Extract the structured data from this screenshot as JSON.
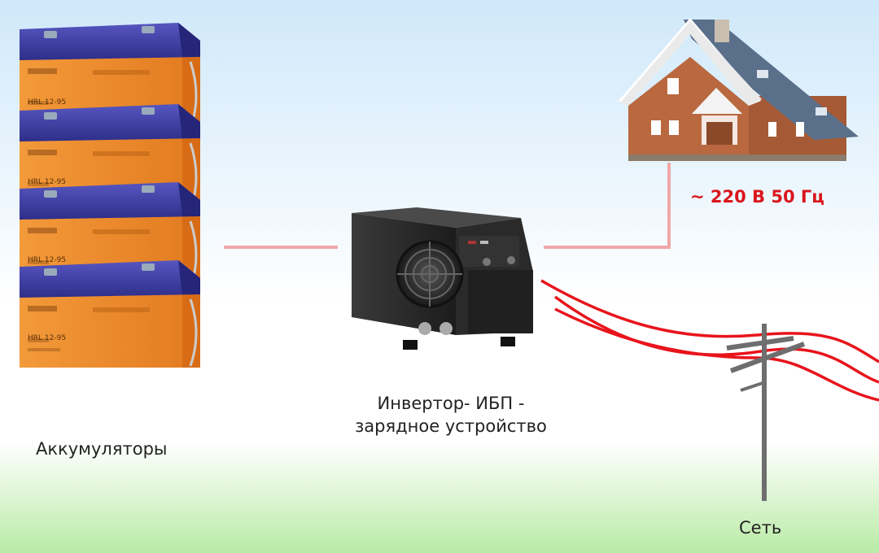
{
  "labels": {
    "batteries": "Аккумуляторы",
    "inverter_line1": "Инвертор- ИБП -",
    "inverter_line2": "зарядное устройство",
    "voltage": "~ 220 В 50 Гц",
    "grid": "Сеть"
  },
  "battery_model": "HRL 12-95",
  "colors": {
    "sky_top": "#cfe8fa",
    "ground_bottom": "#b9eba6",
    "connector_line": "#f0a8a8",
    "power_line": "#e8141c",
    "voltage_text": "#d9161c",
    "battery_lid": "#3f3fa6",
    "battery_body": "#ee8a2a",
    "inverter_body": "#2c2c2c",
    "house_brick": "#b9683f",
    "house_roof": "#5a6f8a"
  }
}
